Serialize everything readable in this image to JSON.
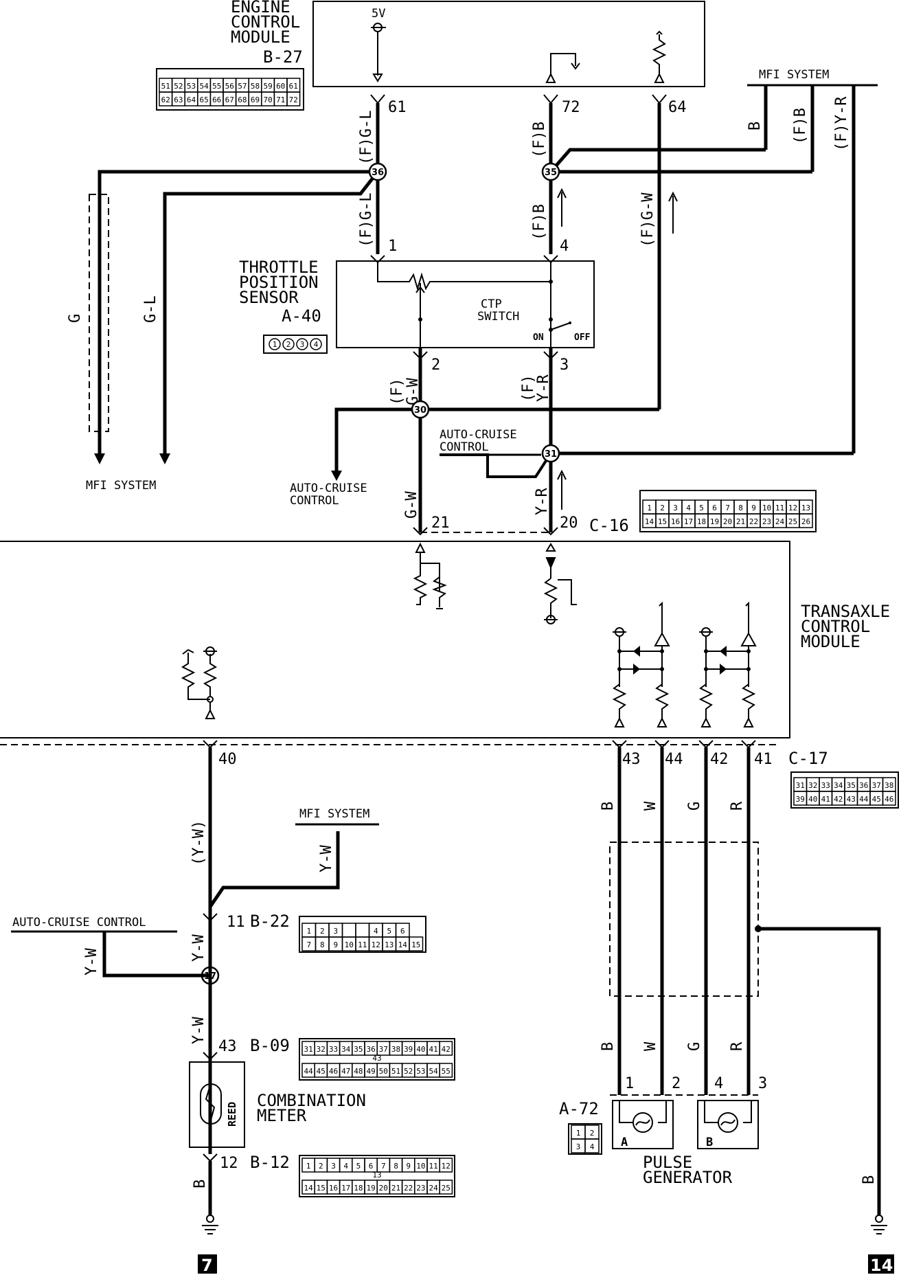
{
  "components": {
    "ecm": {
      "title": [
        "ENGINE",
        "CONTROL",
        "MODULE"
      ],
      "connector": "B-27",
      "supply": "5V"
    },
    "ecm_connector_pins": [
      [
        "51",
        "52",
        "53",
        "54",
        "55",
        "56",
        "57",
        "58",
        "59",
        "60",
        "61"
      ],
      [
        "62",
        "63",
        "64",
        "65",
        "66",
        "67",
        "68",
        "69",
        "70",
        "71",
        "72"
      ]
    ],
    "tps": {
      "title": [
        "THROTTLE",
        "POSITION",
        "SENSOR"
      ],
      "connector": "A-40",
      "switch": [
        "CTP",
        "SWITCH"
      ],
      "on": "ON",
      "off": "OFF",
      "pins": [
        "1",
        "2",
        "3",
        "4"
      ]
    },
    "tcm": {
      "title": [
        "TRANSAXLE",
        "CONTROL",
        "MODULE"
      ]
    },
    "combination_meter": {
      "title": [
        "COMBINATION",
        "METER"
      ],
      "reed": "REED"
    },
    "pulse_generator": {
      "title": [
        "PULSE",
        "GENERATOR"
      ],
      "connector": "A-72",
      "sensor_a": "A",
      "sensor_b": "B",
      "pins": [
        "1",
        "2",
        "3",
        "4"
      ]
    }
  },
  "systems": {
    "mfi_top_right": "MFI SYSTEM",
    "mfi_left": "MFI SYSTEM",
    "mfi_mid": "MFI SYSTEM",
    "auto_cruise_upper": [
      "AUTO-CRUISE",
      "CONTROL"
    ],
    "auto_cruise_lower": [
      "AUTO-CRUISE",
      "CONTROL"
    ],
    "auto_cruise_left": "AUTO-CRUISE CONTROL"
  },
  "ecm_pins": {
    "p61": "61",
    "p72": "72",
    "p64": "64"
  },
  "tps_pins": {
    "p1": "1",
    "p4": "4",
    "p2": "2",
    "p3": "3"
  },
  "c16": {
    "name": "C-16",
    "p21": "21",
    "p20": "20",
    "row1": [
      "1",
      "2",
      "3",
      "4",
      "5",
      "6",
      "7",
      "8",
      "9",
      "10",
      "11",
      "12",
      "13"
    ],
    "row2": [
      "14",
      "15",
      "16",
      "17",
      "18",
      "19",
      "20",
      "21",
      "22",
      "23",
      "24",
      "25",
      "26"
    ]
  },
  "c17": {
    "name": "C-17",
    "p40": "40",
    "p43": "43",
    "p44": "44",
    "p42": "42",
    "p41": "41",
    "row1": [
      "31",
      "32",
      "33",
      "34",
      "35",
      "36",
      "37",
      "38"
    ],
    "row2": [
      "39",
      "40",
      "41",
      "42",
      "43",
      "44",
      "45",
      "46"
    ]
  },
  "b22": {
    "name": "B-22",
    "pin": "11",
    "row1": [
      "1",
      "2",
      "3",
      "",
      "",
      "4",
      "5",
      "6"
    ],
    "row2": [
      "7",
      "8",
      "9",
      "10",
      "11",
      "12",
      "13",
      "14",
      "15"
    ]
  },
  "b09": {
    "name": "B-09",
    "pin": "43",
    "center": "43",
    "row1": [
      "31",
      "32",
      "33",
      "34",
      "35",
      "36",
      "37",
      "38",
      "39",
      "40",
      "41",
      "42"
    ],
    "row2": [
      "44",
      "45",
      "46",
      "47",
      "48",
      "49",
      "50",
      "51",
      "52",
      "53",
      "54",
      "55"
    ]
  },
  "b12": {
    "name": "B-12",
    "pin": "12",
    "center": "13",
    "row1": [
      "1",
      "2",
      "3",
      "4",
      "5",
      "6",
      "7",
      "8",
      "9",
      "10",
      "11",
      "12"
    ],
    "row2": [
      "14",
      "15",
      "16",
      "17",
      "18",
      "19",
      "20",
      "21",
      "22",
      "23",
      "24",
      "25"
    ]
  },
  "junctions": {
    "j36": "36",
    "j35": "35",
    "j30": "30",
    "j31": "31",
    "j17": "17"
  },
  "wires": {
    "fgl_top": "(F)G-L",
    "fb_top": "(F)B",
    "fgl_low": "(F)G-L",
    "fb_low": "(F)B",
    "fgw": "(F)G-W",
    "mfi_b": "B",
    "mfi_fb": "(F)B",
    "mfi_fyr": "(F)Y-R",
    "g": "G",
    "gl": "G-L",
    "fgw2": "(F)",
    "fgw2b": "G-W",
    "fyr2": "(F)",
    "fyr2b": "Y-R",
    "gw_c16": "G-W",
    "yr_c16": "Y-R",
    "yw_paren": "(Y-W)",
    "yw_mfi": "Y-W",
    "yw_cruise": "Y-W",
    "yw_main": "Y-W",
    "yw_low": "Y-W",
    "b_meter": "B",
    "pg_b_top": "B",
    "pg_w_top": "W",
    "pg_g_top": "G",
    "pg_r_top": "R",
    "pg_b_low": "B",
    "pg_w_low": "W",
    "pg_g_low": "G",
    "pg_r_low": "R",
    "gnd_b": "B"
  },
  "grounds": {
    "g7": "7",
    "g14": "14"
  }
}
